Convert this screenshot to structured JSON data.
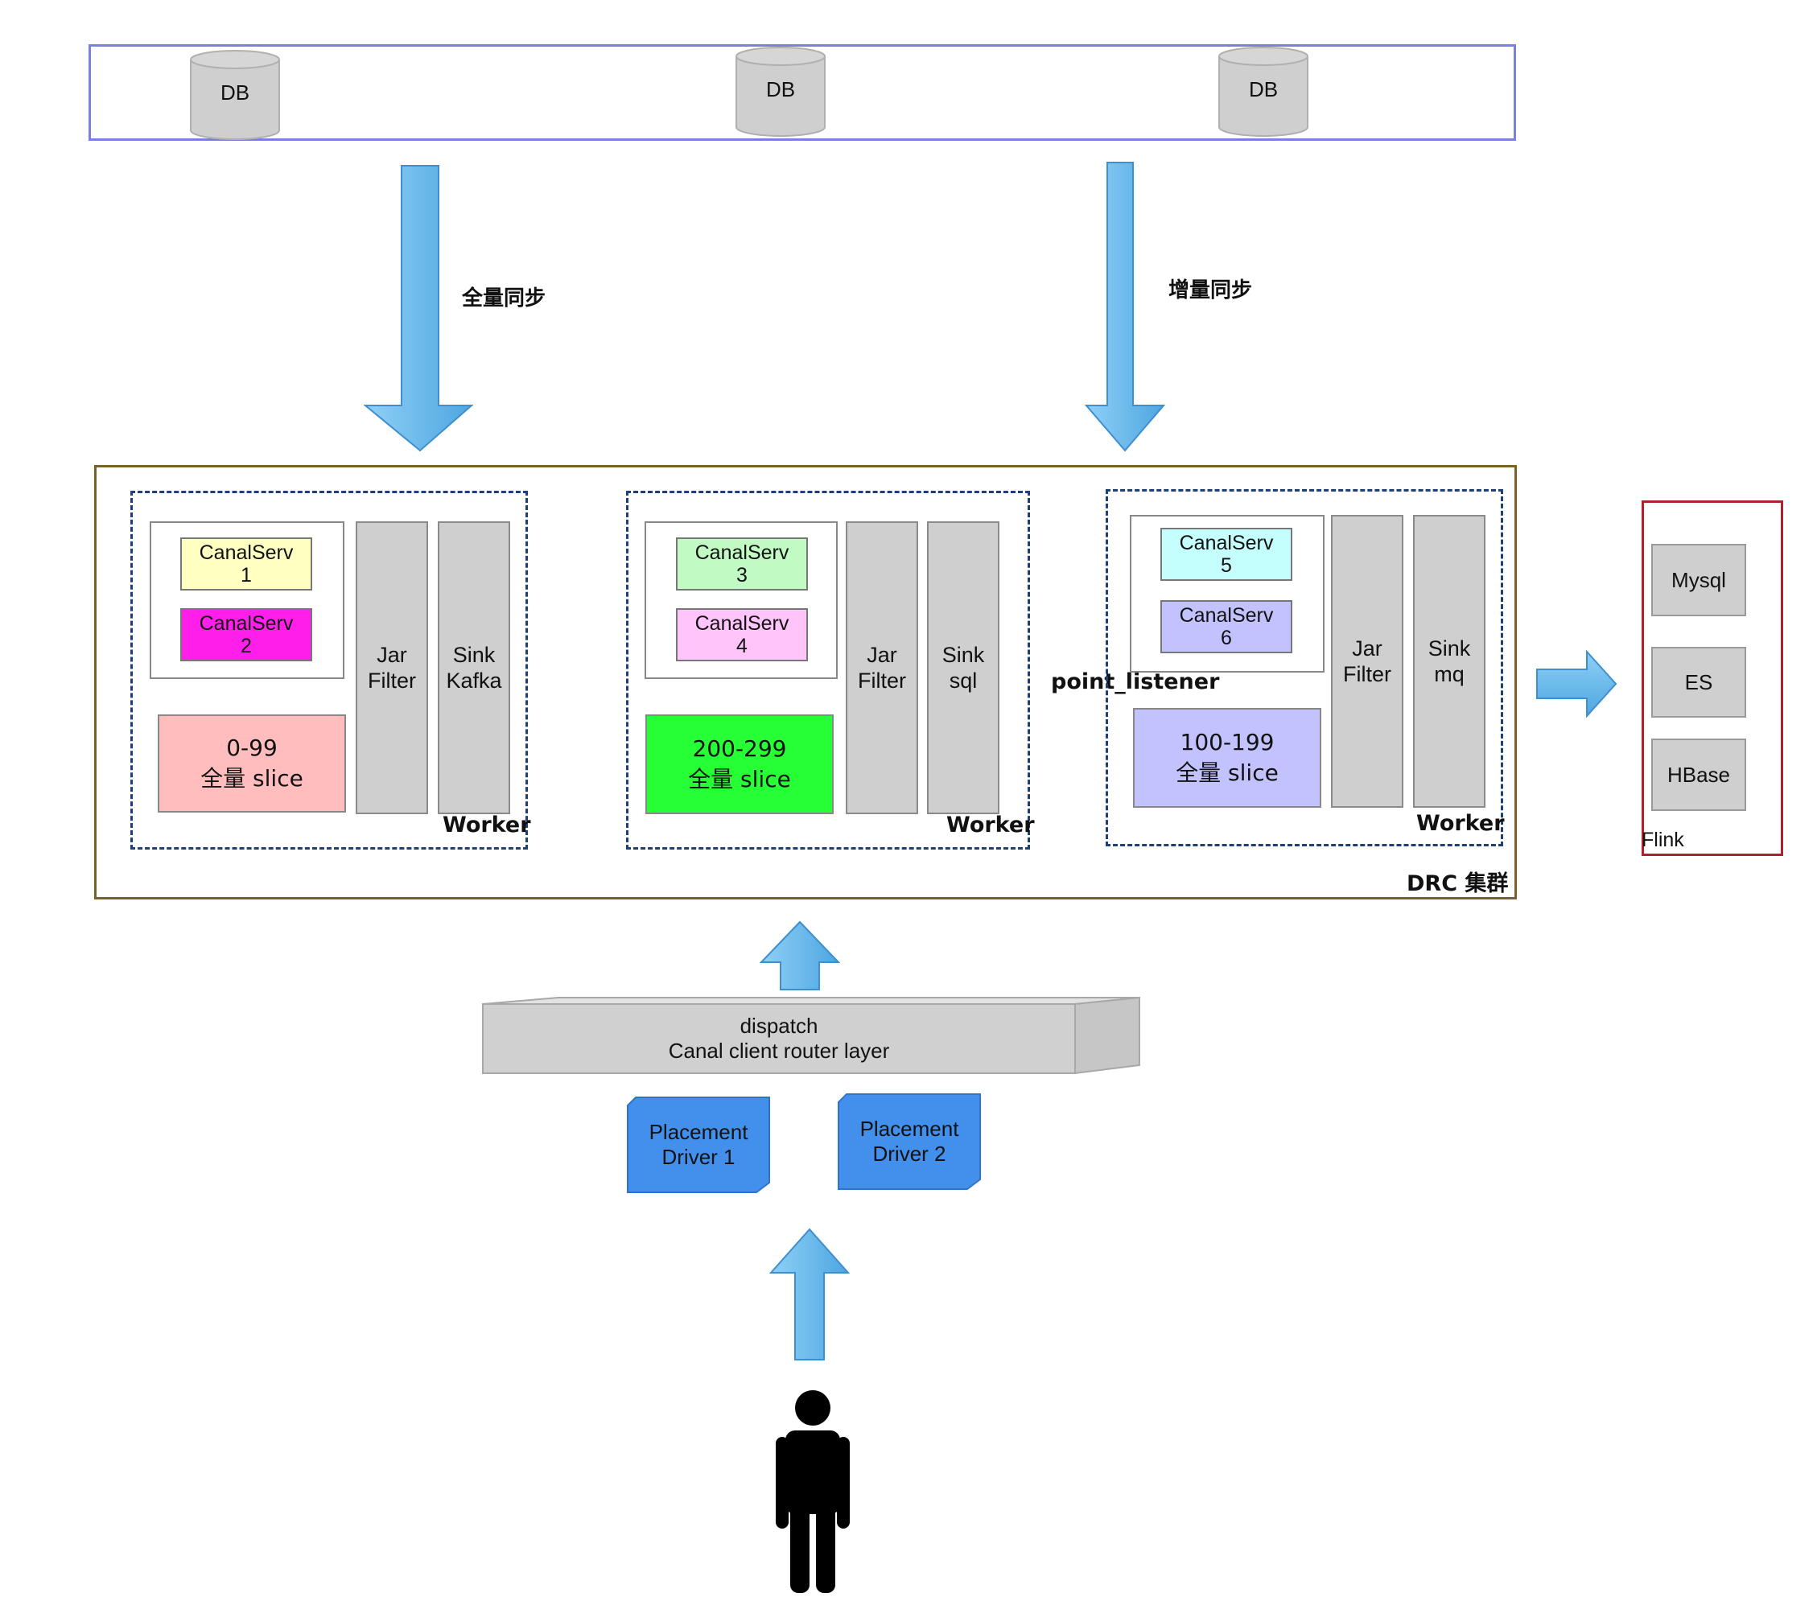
{
  "db_panel": {
    "db_labels": [
      "DB",
      "DB",
      "DB"
    ]
  },
  "arrows": {
    "full_sync_label": "全量同步",
    "incremental_sync_label": "增量同步"
  },
  "cluster": {
    "label": "DRC 集群",
    "point_listener_label": "point_listener",
    "workers": [
      {
        "label": "Worker",
        "canal_servs": [
          {
            "name": "CanalServ",
            "num": "1",
            "color": "#ffffc2"
          },
          {
            "name": "CanalServ",
            "num": "2",
            "color": "#ff1eea"
          }
        ],
        "filter": {
          "line1": "Jar",
          "line2": "Filter"
        },
        "sink": {
          "line1": "Sink",
          "line2": "Kafka"
        },
        "slice": {
          "range": "0-99",
          "text": "全量 slice",
          "color": "#ffbdbd"
        }
      },
      {
        "label": "Worker",
        "canal_servs": [
          {
            "name": "CanalServ",
            "num": "3",
            "color": "#c1fbc3"
          },
          {
            "name": "CanalServ",
            "num": "4",
            "color": "#ffc4f9"
          }
        ],
        "filter": {
          "line1": "Jar",
          "line2": "Filter"
        },
        "sink": {
          "line1": "Sink",
          "line2": "sql"
        },
        "slice": {
          "range": "200-299",
          "text": "全量 slice",
          "color": "#26ff35"
        }
      },
      {
        "label": "Worker",
        "canal_servs": [
          {
            "name": "CanalServ",
            "num": "5",
            "color": "#c4fffd"
          },
          {
            "name": "CanalServ",
            "num": "6",
            "color": "#c2c2ff"
          }
        ],
        "filter": {
          "line1": "Jar",
          "line2": "Filter"
        },
        "sink": {
          "line1": "Sink",
          "line2": "mq"
        },
        "slice": {
          "range": "100-199",
          "text": "全量 slice",
          "color": "#c2c2ff"
        }
      }
    ]
  },
  "flink": {
    "label": "Flink",
    "sinks": [
      "Mysql",
      "ES",
      "HBase"
    ]
  },
  "dispatch": {
    "line1": "dispatch",
    "line2": "Canal client router layer"
  },
  "placement_drivers": [
    {
      "line1": "Placement",
      "line2": "Driver 1"
    },
    {
      "line1": "Placement",
      "line2": "Driver 2"
    }
  ],
  "colors": {
    "arrow_blue": "#6cb8ea",
    "driver_blue": "#4290ec",
    "layer_gray": "#d0d0d0"
  }
}
